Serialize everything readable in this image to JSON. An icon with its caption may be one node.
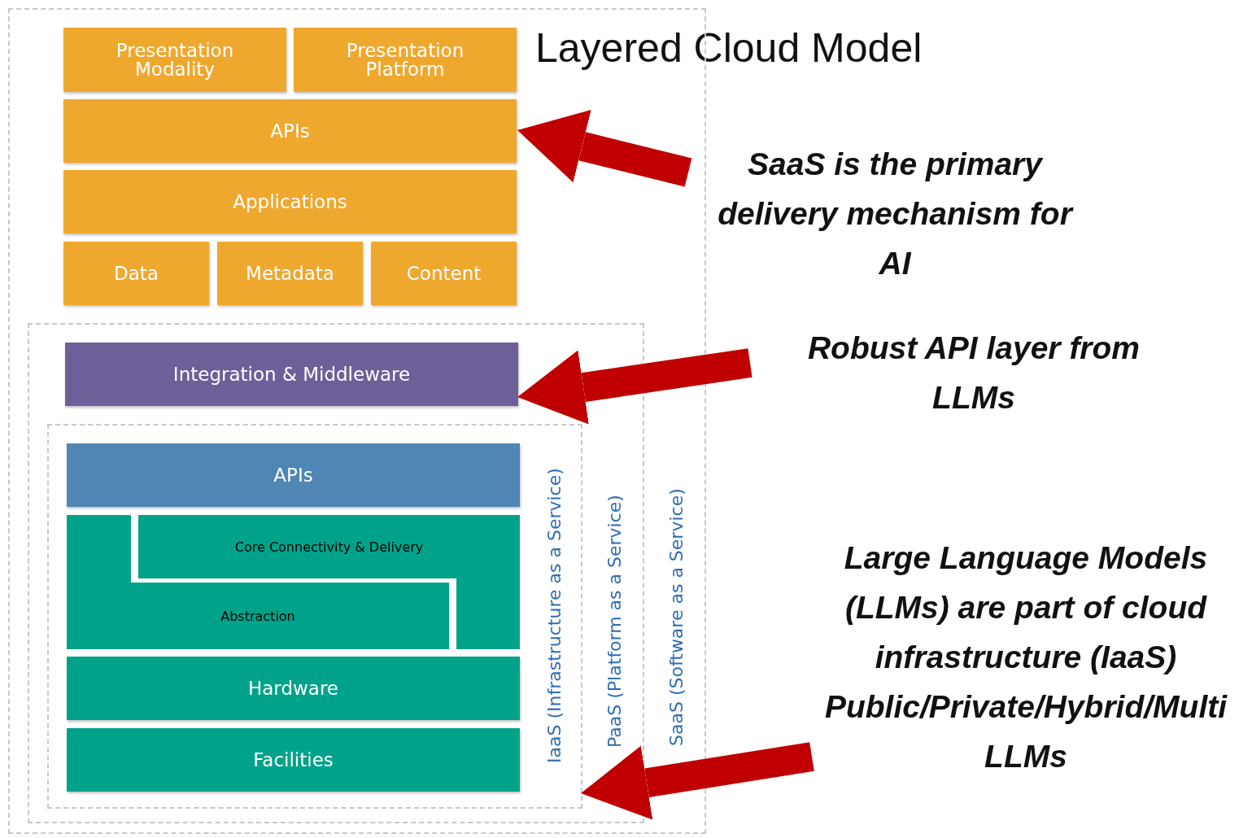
{
  "diagram": {
    "title": "Layered Cloud Model",
    "nodes": [
      {
        "text": [
          "SaaS (Software as a Service)"
        ]
      },
      {
        "text": [
          "Presentation Modality"
        ],
        "in": 0
      },
      {
        "text": [
          "Presentation Platform"
        ],
        "in": 0
      },
      {
        "text": [
          "APIs"
        ],
        "in": 0
      },
      {
        "text": [
          "Applications"
        ],
        "in": 0
      },
      {
        "text": [
          "Data"
        ],
        "in": 0
      },
      {
        "text": [
          "Metadata"
        ],
        "in": 0
      },
      {
        "text": [
          "Content"
        ],
        "in": 0
      },
      {
        "text": [
          "PaaS (Platform as a Service)"
        ],
        "in": 0
      },
      {
        "text": [
          "Integration & Middleware"
        ],
        "in": 8
      },
      {
        "text": [
          "IaaS (Infrastructure as a Service)"
        ],
        "in": 8
      },
      {
        "text": [
          "APIs"
        ],
        "in": 10
      },
      {
        "text": [
          "Core Connectivity & Delivery"
        ],
        "in": 10
      },
      {
        "text": [
          "Abstraction"
        ],
        "in": 10
      },
      {
        "text": [
          "Hardware"
        ],
        "in": 10
      },
      {
        "text": [
          "Facilities"
        ],
        "in": 10
      },
      {
        "text": [
          "SaaS is the primary delivery mechanism for AI"
        ]
      },
      {
        "text": [
          "Robust API layer from LLMs"
        ]
      },
      {
        "text": [
          "Large Language Models (LLMs) are part of cloud infrastructure (IaaS) Public/Private/Hybrid/Multi LLMs"
        ]
      }
    ],
    "edges": [
      {
        "from": 16,
        "to": 3,
        "arrow": "to"
      },
      {
        "from": 17,
        "to": 9,
        "arrow": "to"
      },
      {
        "from": 18,
        "to": 10,
        "arrow": "to"
      }
    ]
  }
}
